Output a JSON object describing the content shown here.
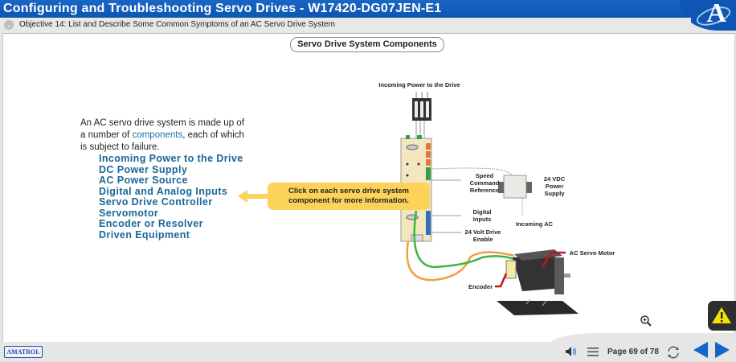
{
  "app": {
    "title": "Configuring and Troubleshooting Servo Drives - W17420-DG07JEN-E1",
    "logo_letter": "A"
  },
  "objective": {
    "text": "Objective 14: List and Describe Some Common Symptoms of an AC Servo Drive System"
  },
  "section_title": "Servo Drive System Components",
  "intro": {
    "before_link": "An AC servo drive system is made up of a number of ",
    "link": "components",
    "after_link": ", each of which is subject to failure."
  },
  "components": [
    "Incoming Power to the Drive",
    "DC Power Supply",
    "AC Power Source",
    "Digital and Analog Inputs",
    "Servo Drive Controller",
    "Servomotor",
    "Encoder or Resolver",
    "Driven Equipment"
  ],
  "callout": "Click on each servo drive system component for more information.",
  "diagram_labels": {
    "incoming_power": "Incoming Power to the Drive",
    "speed_command": "Speed Command Reference",
    "power_supply": "24 VDC Power Supply",
    "digital_inputs": "Digital Inputs",
    "drive_enable": "24 Volt Drive Enable",
    "incoming_ac": "Incoming AC",
    "ac_servo_motor": "AC Servo Motor",
    "encoder": "Encoder"
  },
  "footer": {
    "brand": "AMATROL",
    "page_label": "Page 69 of 78"
  },
  "colors": {
    "brand_blue": "#0d56b3",
    "link_blue": "#1a6796",
    "callout_yellow": "#fbd35a",
    "cable_orange": "#f0a03c",
    "cable_green": "#3db34a",
    "pointer_red": "#c8141e"
  }
}
